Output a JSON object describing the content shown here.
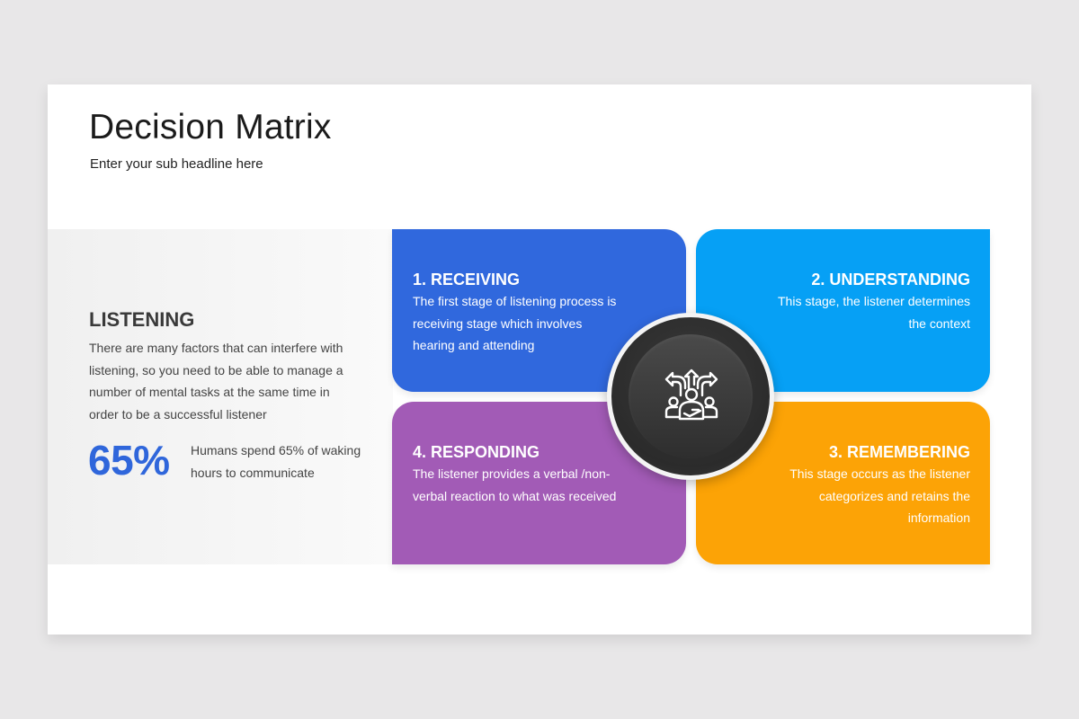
{
  "slide": {
    "title": "Decision Matrix",
    "subtitle": "Enter your sub headline here"
  },
  "intro": {
    "heading": "LISTENING",
    "body": "There are many factors that can interfere with listening, so you need to be able to manage a number of mental tasks at the same time in order to be a successful listener",
    "stat_value": "65%",
    "stat_description": "Humans spend 65% of waking hours to communicate"
  },
  "stages": [
    {
      "title": "1. RECEIVING",
      "body": "The first stage of listening process is receiving stage which involves hearing and attending",
      "color": "#3068dd"
    },
    {
      "title": "2. UNDERSTANDING",
      "body": "This stage, the listener determines the context",
      "color": "#06a0f5"
    },
    {
      "title": "3. REMEMBERING",
      "body": "This stage occurs as the listener categorizes and retains the information",
      "color": "#fca306"
    },
    {
      "title": "4. RESPONDING",
      "body": "The listener provides a verbal /non-verbal reaction to what was received",
      "color": "#a25bb6"
    }
  ],
  "hub": {
    "icon": "decision-people-arrows-icon"
  },
  "colors": {
    "accent": "#2f66db",
    "background": "#e8e7e8"
  }
}
